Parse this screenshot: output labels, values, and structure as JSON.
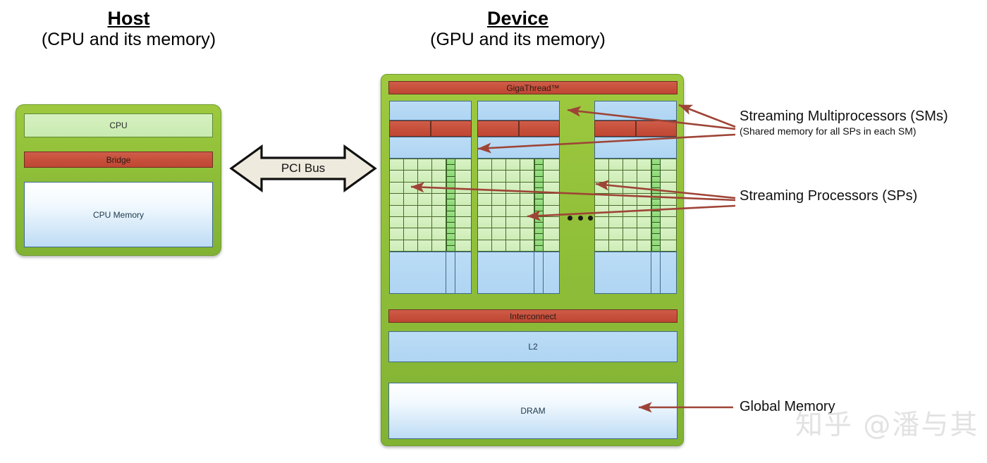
{
  "host": {
    "title": "Host",
    "subtitle": "(CPU and its memory)",
    "blocks": {
      "cpu": "CPU",
      "bridge": "Bridge",
      "cpu_memory": "CPU Memory"
    }
  },
  "bus": {
    "label": "PCI Bus",
    "icon": "double-arrow-horizontal"
  },
  "device": {
    "title": "Device",
    "subtitle": "(GPU and its memory)",
    "blocks": {
      "gigathread": "GigaThread™",
      "interconnect": "Interconnect",
      "l2": "L2",
      "dram": "DRAM"
    },
    "sm_count": 3,
    "ellipsis": "...",
    "sp_grid": {
      "rows": 8,
      "wide_cols": 5,
      "narrow_cells": 16
    }
  },
  "labels": {
    "sms": {
      "main": "Streaming Multiprocessors (SMs)",
      "sub": "(Shared memory for all SPs in each SM)"
    },
    "sps": {
      "main": "Streaming Processors (SPs)",
      "sub": ""
    },
    "global_memory": {
      "main": "Global Memory",
      "sub": ""
    }
  },
  "watermark": "知乎 @潘与其",
  "colors": {
    "chassis_green": "#8dbd38",
    "block_red": "#c64f3b",
    "block_blue": "#aed5f3",
    "block_green": "#cdedb6",
    "sp_narrow_green": "#8ad873",
    "arrow_red": "#9e4436",
    "pci_fill": "#eeeadd",
    "watermark_gray": "#e2e2e2"
  }
}
